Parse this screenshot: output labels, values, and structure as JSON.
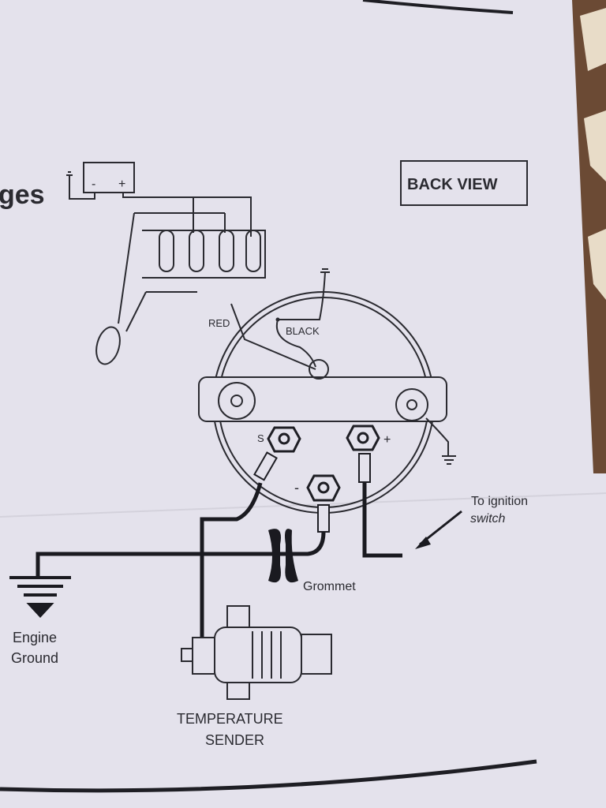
{
  "header": {
    "partial_title": "ges"
  },
  "back_view": "BACK VIEW",
  "battery": {
    "minus": "-",
    "plus": "+"
  },
  "wire_labels": {
    "red": "RED",
    "black": "BLACK"
  },
  "terminals": {
    "sender": "S",
    "positive": "+",
    "negative": "-"
  },
  "ignition": {
    "line1": "To ignition",
    "line2": "switch"
  },
  "grommet": "Grommet",
  "engine_ground": {
    "line1": "Engine",
    "line2": "Ground"
  },
  "sender": {
    "line1": "TEMPERATURE",
    "line2": "SENDER"
  },
  "colors": {
    "paper": "#e4e2ec",
    "ink": "#202026",
    "carpet": "#6b4a34"
  }
}
